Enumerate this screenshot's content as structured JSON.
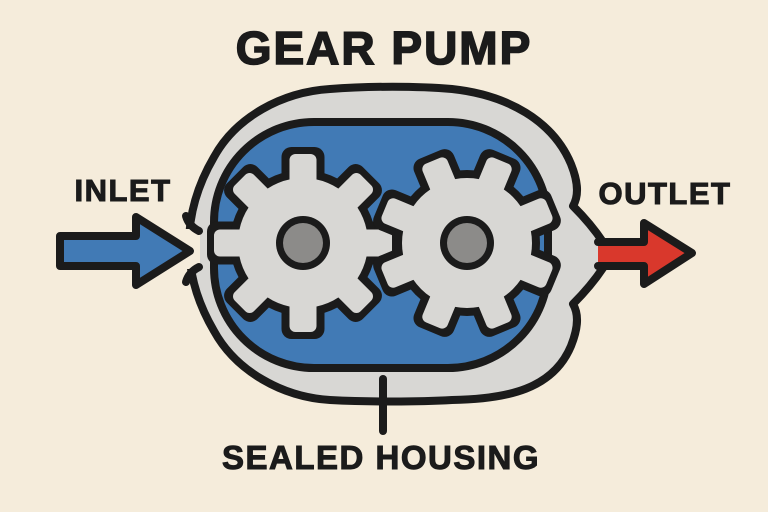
{
  "title": "GEAR PUMP",
  "labels": {
    "inlet": "INLET",
    "outlet": "OUTLET",
    "housing": "SEALED HOUSING"
  },
  "icons": {
    "inlet_arrow": "right-arrow",
    "outlet_arrow": "right-arrow"
  },
  "colors": {
    "background": "#F5ECDB",
    "outline": "#1B1B1B",
    "housing_gray": "#D8D7D4",
    "chamber_blue": "#417AB5",
    "gear_gray": "#D8D7D4",
    "hub_gray": "#8C8B89",
    "inlet_arrow_blue": "#417AB5",
    "outlet_arrow_red": "#D9382C"
  }
}
